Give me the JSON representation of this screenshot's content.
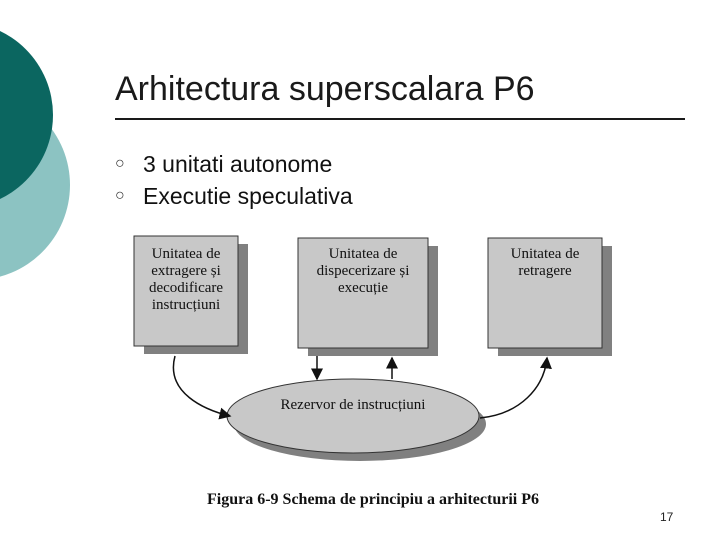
{
  "slide": {
    "title": "Arhitectura superscalara P6",
    "bullets": [
      "3 unitati autonome",
      "Executie speculativa"
    ],
    "page_number": "17"
  },
  "diagram": {
    "boxes": [
      {
        "lines": [
          "Unitatea de",
          "extragere și",
          "decodificare",
          "instrucțiuni"
        ]
      },
      {
        "lines": [
          "Unitatea de",
          "dispecerizare și",
          "execuție"
        ]
      },
      {
        "lines": [
          "Unitatea de",
          "retragere"
        ]
      }
    ],
    "ellipse_label": "Rezervor de instrucțiuni",
    "caption": "Figura 6-9 Schema de principiu a arhitecturii P6"
  },
  "colors": {
    "deco_dark": "#0b6660",
    "deco_light": "#8cc3c2",
    "box_fill": "#c8c8c8",
    "shadow": "#808080"
  }
}
